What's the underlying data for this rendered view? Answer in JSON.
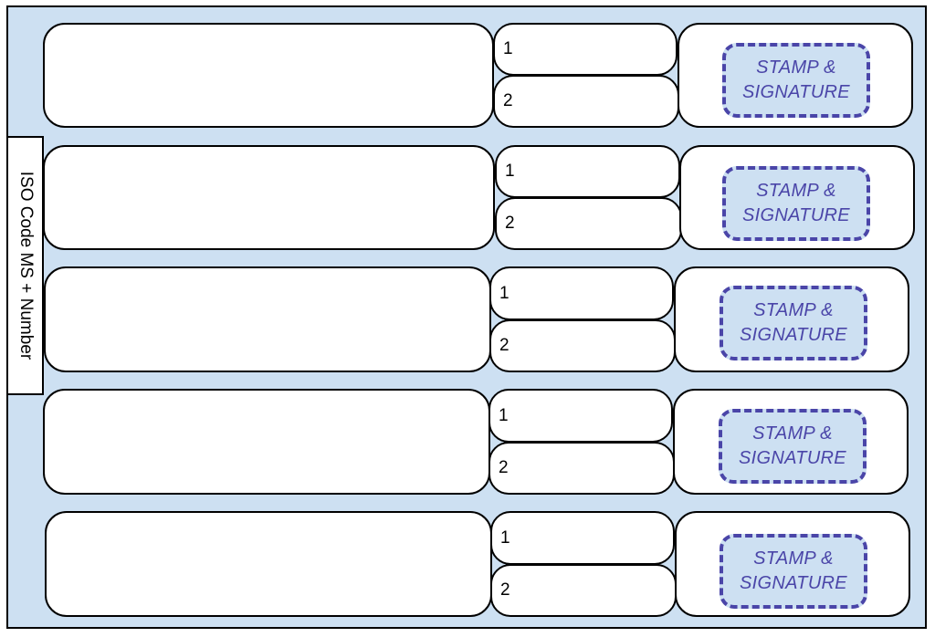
{
  "side_label": "ISO Code MS + Number",
  "colors": {
    "background_fill": "#cde0f2",
    "stamp_border": "#4a45a8",
    "stamp_text": "#4a45a8",
    "box_fill": "#ffffff",
    "outline": "#000000"
  },
  "rows": [
    {
      "entry_1": "1",
      "entry_2": "2",
      "stamp_line_1": "STAMP &",
      "stamp_line_2": "SIGNATURE"
    },
    {
      "entry_1": "1",
      "entry_2": "2",
      "stamp_line_1": "STAMP &",
      "stamp_line_2": "SIGNATURE"
    },
    {
      "entry_1": "1",
      "entry_2": "2",
      "stamp_line_1": "STAMP &",
      "stamp_line_2": "SIGNATURE"
    },
    {
      "entry_1": "1",
      "entry_2": "2",
      "stamp_line_1": "STAMP &",
      "stamp_line_2": "SIGNATURE"
    },
    {
      "entry_1": "1",
      "entry_2": "2",
      "stamp_line_1": "STAMP &",
      "stamp_line_2": "SIGNATURE"
    }
  ]
}
